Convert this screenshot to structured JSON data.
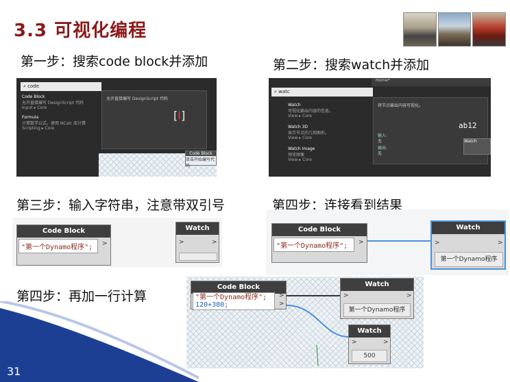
{
  "header": {
    "title": "3.3 可视化编程"
  },
  "steps": {
    "s1": "第一步：搜索code block并添加",
    "s2": "第二步：搜索watch并添加",
    "s3": "第三步：输入字符串，注意带双引号",
    "s4": "第四步：连接看到结果",
    "s5": "第四步：再加一行计算"
  },
  "shot1": {
    "search": "code",
    "results": [
      {
        "name": "Code Block",
        "desc": "允许直接编写 DesignScript 代码",
        "path": "Input ▸ Core"
      },
      {
        "name": "Formula",
        "desc": "计算数学公式。使用 NCalc 库计算",
        "path": "Scripting ▸ Core"
      }
    ],
    "tooltip": "允许直接编写 DesignScript 代码",
    "node_label": "Code Block",
    "node_hint": "双击开始编写代码"
  },
  "shot2": {
    "search": "watc",
    "tab": "Home*",
    "results": [
      {
        "name": "Watch",
        "desc": "可视化输出内容的信息。",
        "path": "View ▸ Core"
      },
      {
        "name": "Watch 3D",
        "desc": "显示节点的几何图形。",
        "path": "View ▸ Core"
      },
      {
        "name": "Watch Image",
        "desc": "预览图像",
        "path": "View ▸ Core"
      }
    ],
    "tooltip": "将节点输出内容可视化。",
    "in_label": "输入:",
    "in_value": "无",
    "out_label": "输出:",
    "out_value": "无",
    "icon_text": "ab12",
    "node_label": "Watch"
  },
  "dynamo": {
    "code_block": "Code Block",
    "watch": "Watch",
    "string_code": "\"第一个Dynamo程序\";",
    "calc_code": "120+380;",
    "out_port": ">",
    "in_port": ">",
    "result_string": "第一个Dynamo程序",
    "result_number": "500"
  },
  "footer": {
    "page": "31"
  }
}
